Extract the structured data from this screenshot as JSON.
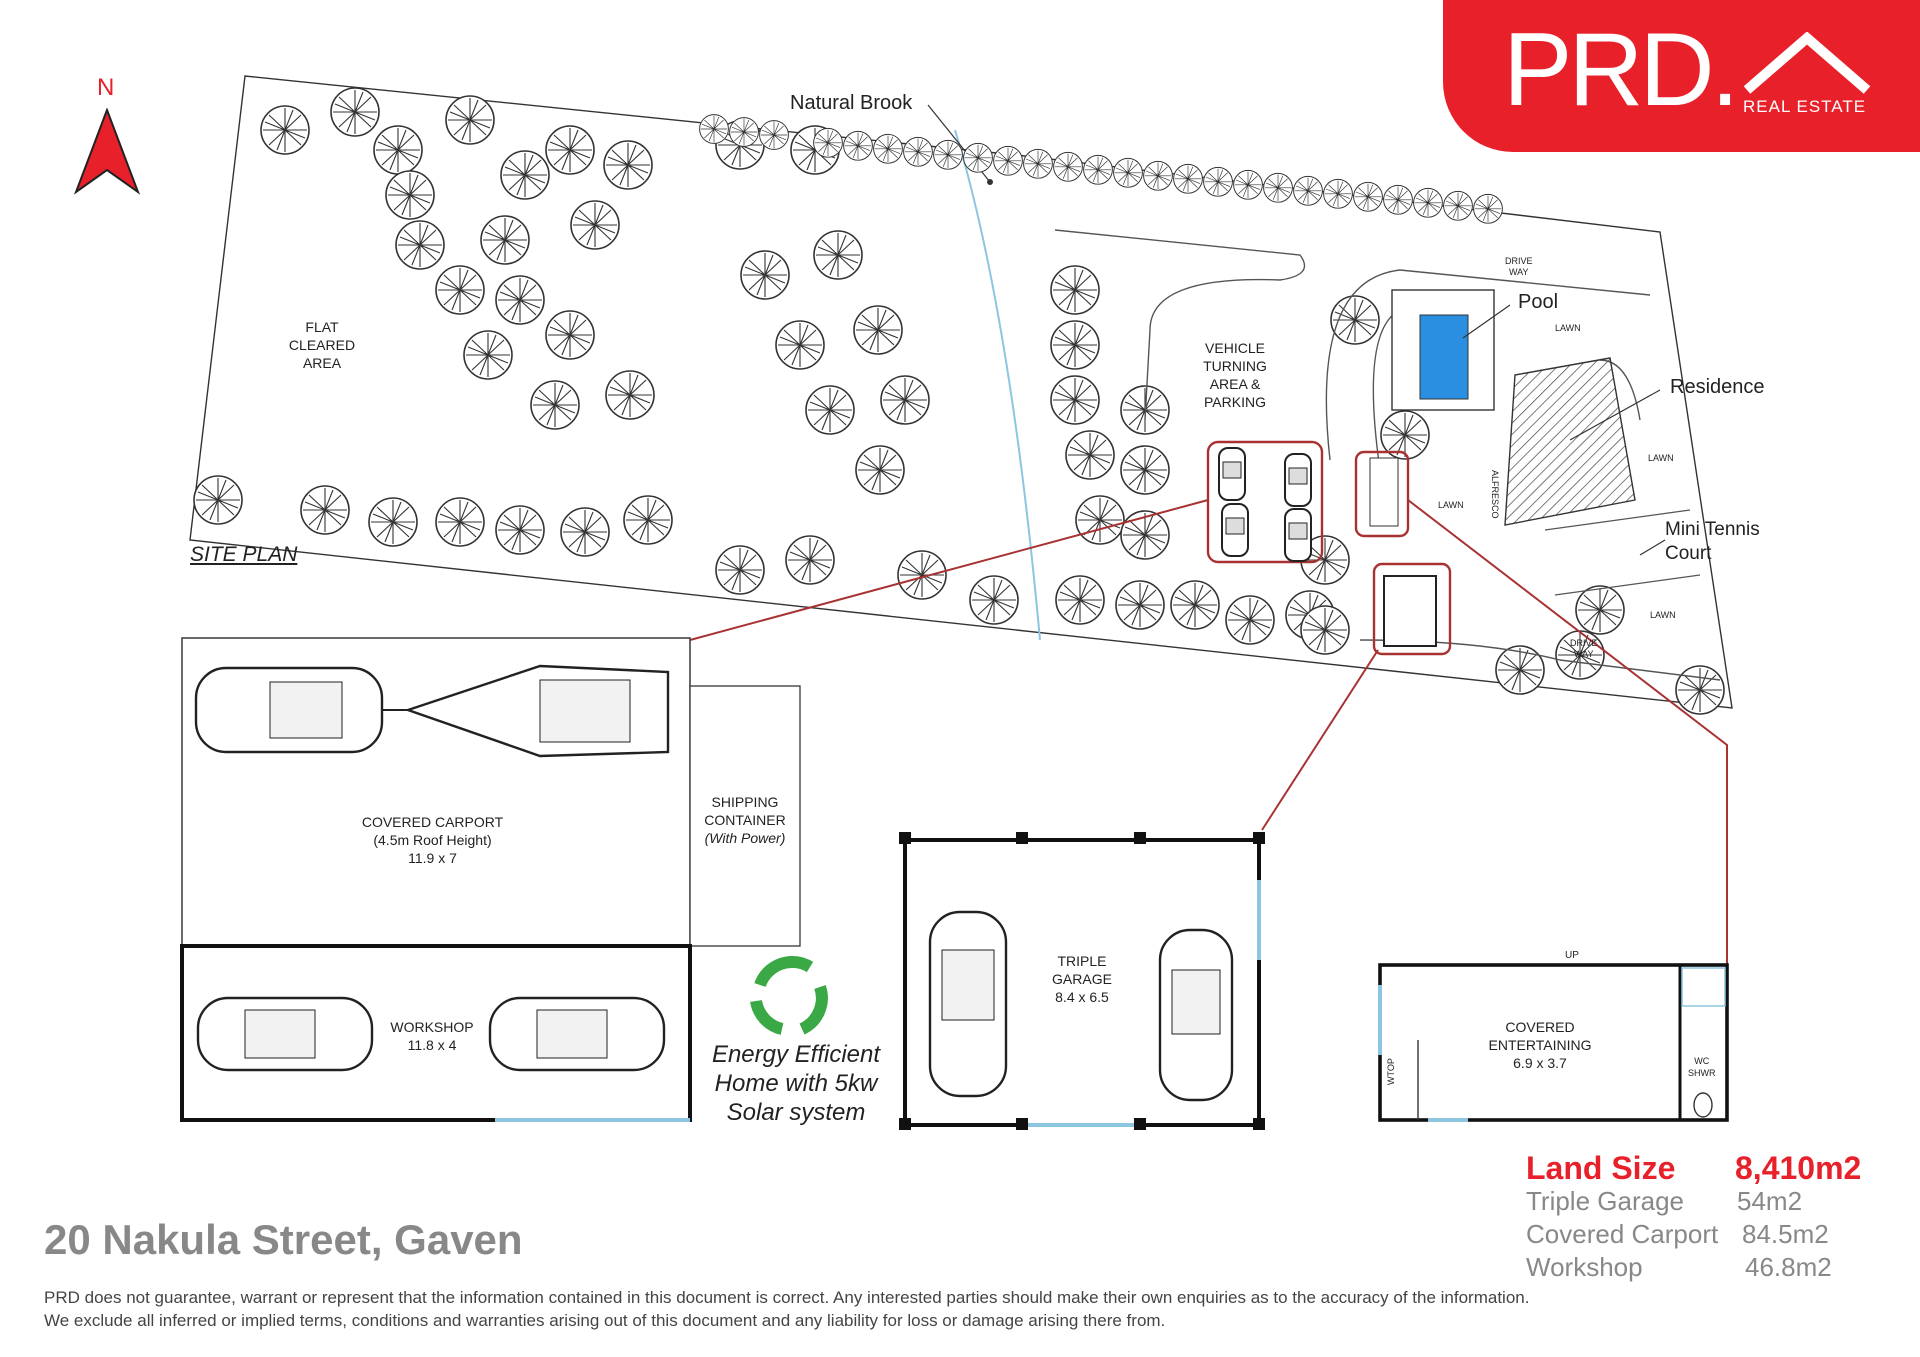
{
  "brand": {
    "logo_text": "PRD.",
    "logo_subtext": "REAL ESTATE",
    "brand_color": "#e8202a"
  },
  "compass": {
    "label": "N",
    "icon": "north-arrow-icon"
  },
  "site_plan": {
    "title": "SITE PLAN",
    "labels": {
      "natural_brook": "Natural Brook",
      "flat_cleared_area": [
        "FLAT",
        "CLEARED",
        "AREA"
      ],
      "vehicle_turning": [
        "VEHICLE",
        "TURNING",
        "AREA &",
        "PARKING"
      ],
      "pool": "Pool",
      "residence": "Residence",
      "mini_tennis": [
        "Mini Tennis",
        "Court"
      ],
      "alfresco": "ALFRESCO",
      "lawn": "LAWN",
      "driveway": [
        "DRIVE",
        "WAY"
      ]
    }
  },
  "carport_detail": {
    "carport_lines": [
      "COVERED CARPORT",
      "(4.5m Roof Height)",
      "11.9 x 7"
    ],
    "shipping_lines": [
      "SHIPPING",
      "CONTAINER",
      "(With Power)"
    ],
    "workshop_lines": [
      "WORKSHOP",
      "11.8 x 4"
    ]
  },
  "garage_detail": {
    "lines": [
      "TRIPLE",
      "GARAGE",
      "8.4 x 6.5"
    ]
  },
  "entertaining_detail": {
    "lines": [
      "COVERED",
      "ENTERTAINING",
      "6.9 x 3.7"
    ],
    "up": "UP",
    "wc": [
      "WC",
      "SHWR"
    ],
    "wtop": "WTOP"
  },
  "energy": {
    "icon": "recycle-footprints-icon",
    "lines": [
      "Energy Efficient",
      "Home with 5kw",
      "Solar system"
    ]
  },
  "areas": {
    "land_size_label": "Land Size",
    "land_size_value": "8,410m2",
    "rows": [
      {
        "label": "Triple Garage",
        "value": "54m2"
      },
      {
        "label": "Covered Carport",
        "value": "84.5m2"
      },
      {
        "label": "Workshop",
        "value": "46.8m2"
      }
    ]
  },
  "address": "20 Nakula Street, Gaven",
  "disclaimer": [
    "PRD does not guarantee, warrant or represent that the information contained in this document is correct. Any interested parties should make their own enquiries as to the accuracy of the information.",
    "We exclude all inferred or implied terms, conditions and warranties arising out of this document and any liability for loss or damage arising there from."
  ]
}
